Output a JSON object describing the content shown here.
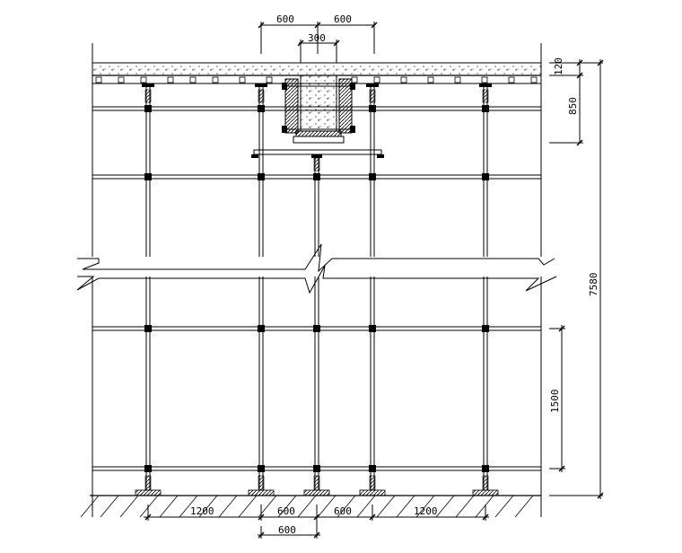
{
  "dimensions": {
    "top_left_600": "600",
    "top_right_600": "600",
    "top_300": "300",
    "slab_120": "120",
    "beam_850": "850",
    "total_7580": "7580",
    "step_1500": "1500",
    "bottom_1200_left": "1200",
    "bottom_600_mid_left": "600",
    "bottom_600_mid_right": "600",
    "bottom_1200_right": "1200",
    "bottom_600_lower": "600"
  },
  "colors": {
    "line": "#000000",
    "background": "#ffffff",
    "wood_hatch": "#000000"
  }
}
